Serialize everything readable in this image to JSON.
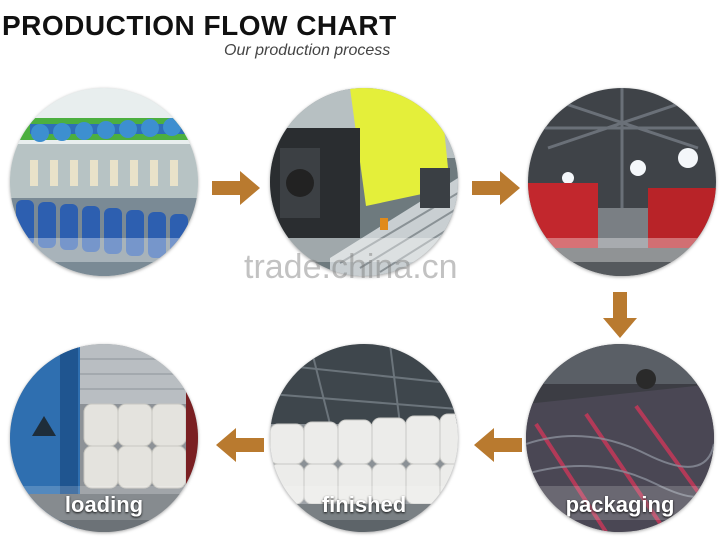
{
  "header": {
    "title": "PRODUCTION FLOW CHART",
    "subtitle": "Our production process"
  },
  "steps": [
    {
      "label": ""
    },
    {
      "label": ""
    },
    {
      "label": ""
    },
    {
      "label": "packaging"
    },
    {
      "label": "finished"
    },
    {
      "label": "loading"
    }
  ],
  "watermark": "trade.china.cn",
  "colors": {
    "arrow": "#b97a2f",
    "title": "#111111",
    "subtitle": "#444444"
  },
  "icons": [
    "arrow-right-icon",
    "arrow-down-icon",
    "arrow-left-icon"
  ]
}
